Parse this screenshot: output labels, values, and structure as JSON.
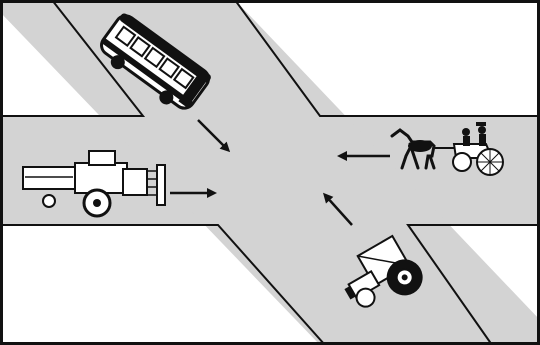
{
  "scene": {
    "road_color": "#d3d3d3",
    "ink_color": "#111111",
    "background_color": "#ffffff",
    "vehicles": [
      {
        "type": "bus",
        "icon": "bus-icon",
        "heading": "toward-intersection-center"
      },
      {
        "type": "combine-harvester",
        "icon": "combine-harvester-icon",
        "heading": "east"
      },
      {
        "type": "horse-drawn-carriage",
        "icon": "horse-carriage-icon",
        "heading": "west"
      },
      {
        "type": "tractor",
        "icon": "tractor-icon",
        "heading": "toward-intersection-center"
      }
    ]
  }
}
